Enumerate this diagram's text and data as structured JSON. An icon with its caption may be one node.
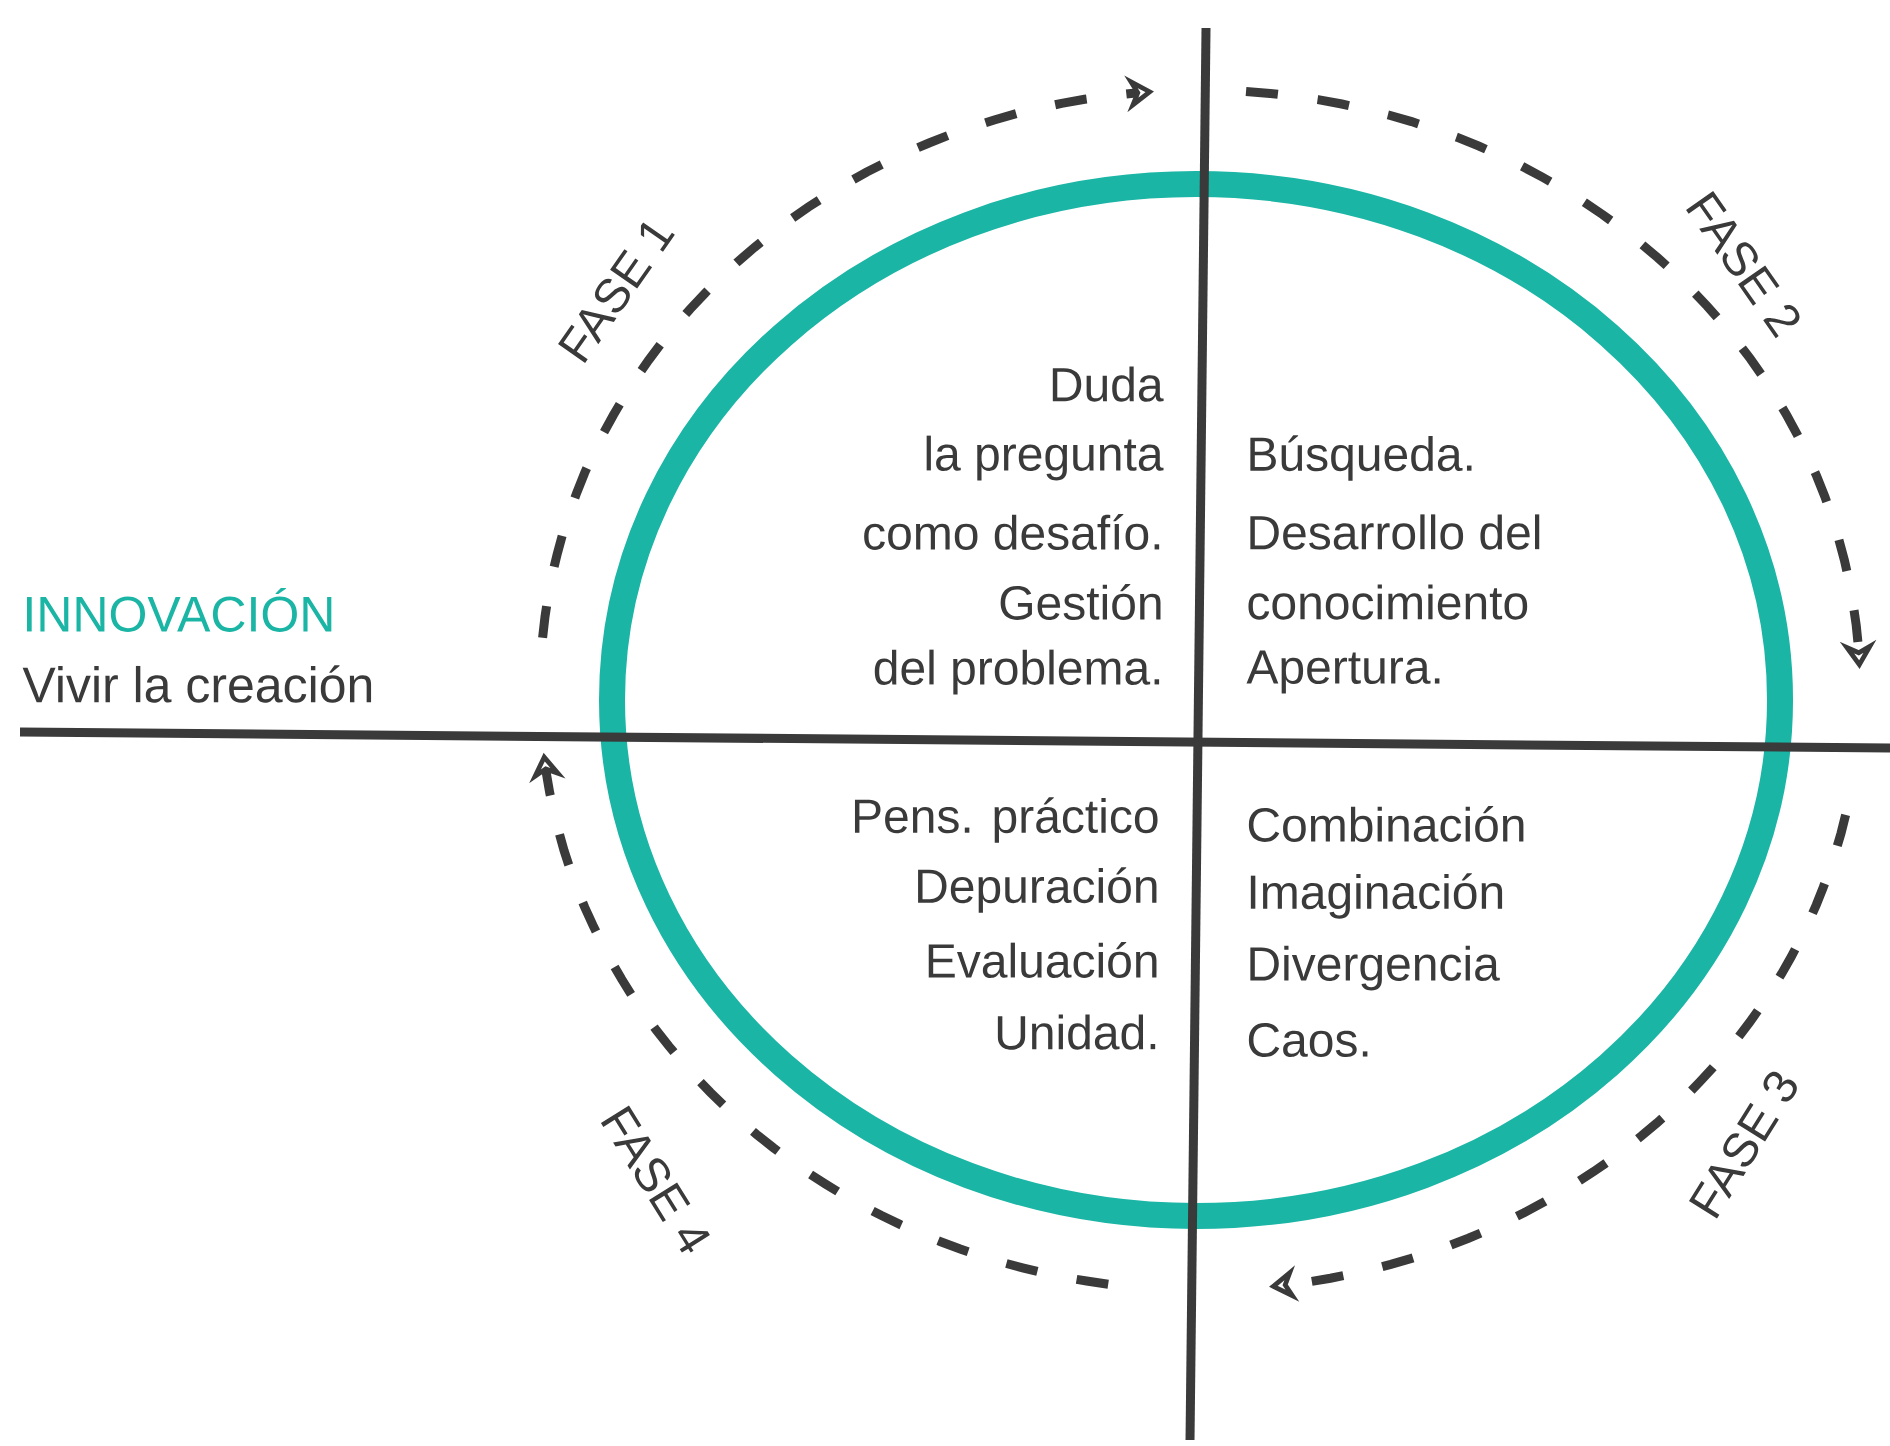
{
  "diagram": {
    "labels": [
      "INNOVACIÓN",
      "Vivir la creación",
      "FASE 1",
      "FASE 2",
      "Duda",
      "la pregunta",
      "como desafío.",
      "Gestión",
      "del problema.",
      "Búsqueda.",
      "Desarrollo del",
      "conocimiento",
      "Apertura.",
      "Pens. práctico",
      "Depuración",
      "Evaluación",
      "Unidad.",
      "Combinación",
      "Imaginación",
      "Divergencia",
      "Caos.",
      "FASE 4",
      "FASE 3"
    ]
  }
}
